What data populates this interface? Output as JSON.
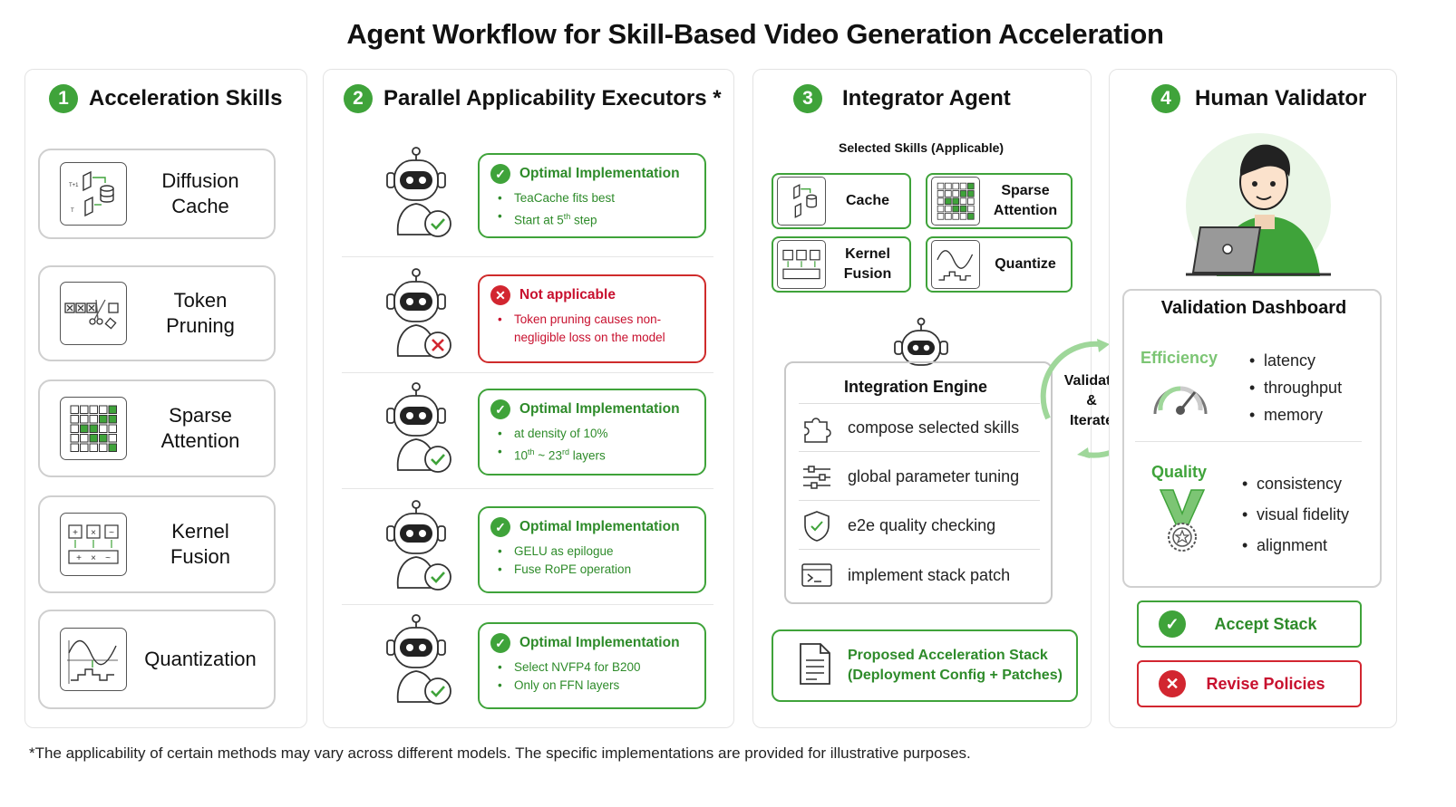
{
  "title": "Agent Workflow for Skill-Based Video Generation Acceleration",
  "panels": {
    "skills": {
      "num": "1",
      "title": "Acceleration Skills",
      "items": [
        "Diffusion\nCache",
        "Token\nPruning",
        "Sparse\nAttention",
        "Kernel\nFusion",
        "Quantization"
      ]
    },
    "executors": {
      "num": "2",
      "title": "Parallel Applicability Executors *",
      "cards": [
        {
          "status": "ok",
          "header": "Optimal Implementation",
          "lines": [
            "TeaCache fits best",
            "Start at 5th step"
          ]
        },
        {
          "status": "fail",
          "header": "Not applicable",
          "lines": [
            "Token pruning causes non-negligible loss on the model"
          ]
        },
        {
          "status": "ok",
          "header": "Optimal Implementation",
          "lines": [
            "at density of 10%",
            "10th ~ 23rd layers"
          ]
        },
        {
          "status": "ok",
          "header": "Optimal Implementation",
          "lines": [
            "GELU as epilogue",
            "Fuse RoPE operation"
          ]
        },
        {
          "status": "ok",
          "header": "Optimal Implementation",
          "lines": [
            "Select NVFP4 for B200",
            "Only on FFN layers"
          ]
        }
      ]
    },
    "integrator": {
      "num": "3",
      "title": "Integrator Agent",
      "selected_label": "Selected Skills (Applicable)",
      "selected": [
        "Cache",
        "Sparse\nAttention",
        "Kernel\nFusion",
        "Quantize"
      ],
      "engine_title": "Integration Engine",
      "engine_steps": [
        "compose selected skills",
        "global parameter tuning",
        "e2e quality checking",
        "implement stack patch"
      ],
      "cycle_label": "Validate\n&\nIterate",
      "output": "Proposed Acceleration Stack\n(Deployment Config + Patches)"
    },
    "validator": {
      "num": "4",
      "title": "Human Validator",
      "dashboard_title": "Validation Dashboard",
      "efficiency_label": "Efficiency",
      "efficiency_metrics": [
        "latency",
        "throughput",
        "memory"
      ],
      "quality_label": "Quality",
      "quality_metrics": [
        "consistency",
        "visual fidelity",
        "alignment"
      ],
      "accept_label": "Accept Stack",
      "revise_label": "Revise Policies"
    }
  },
  "footnote": "*The applicability of certain methods may vary across different models. The specific implementations are provided for illustrative purposes.",
  "colors": {
    "green": "#3fa33a",
    "red": "#d22630",
    "border": "#d0d0d0"
  }
}
